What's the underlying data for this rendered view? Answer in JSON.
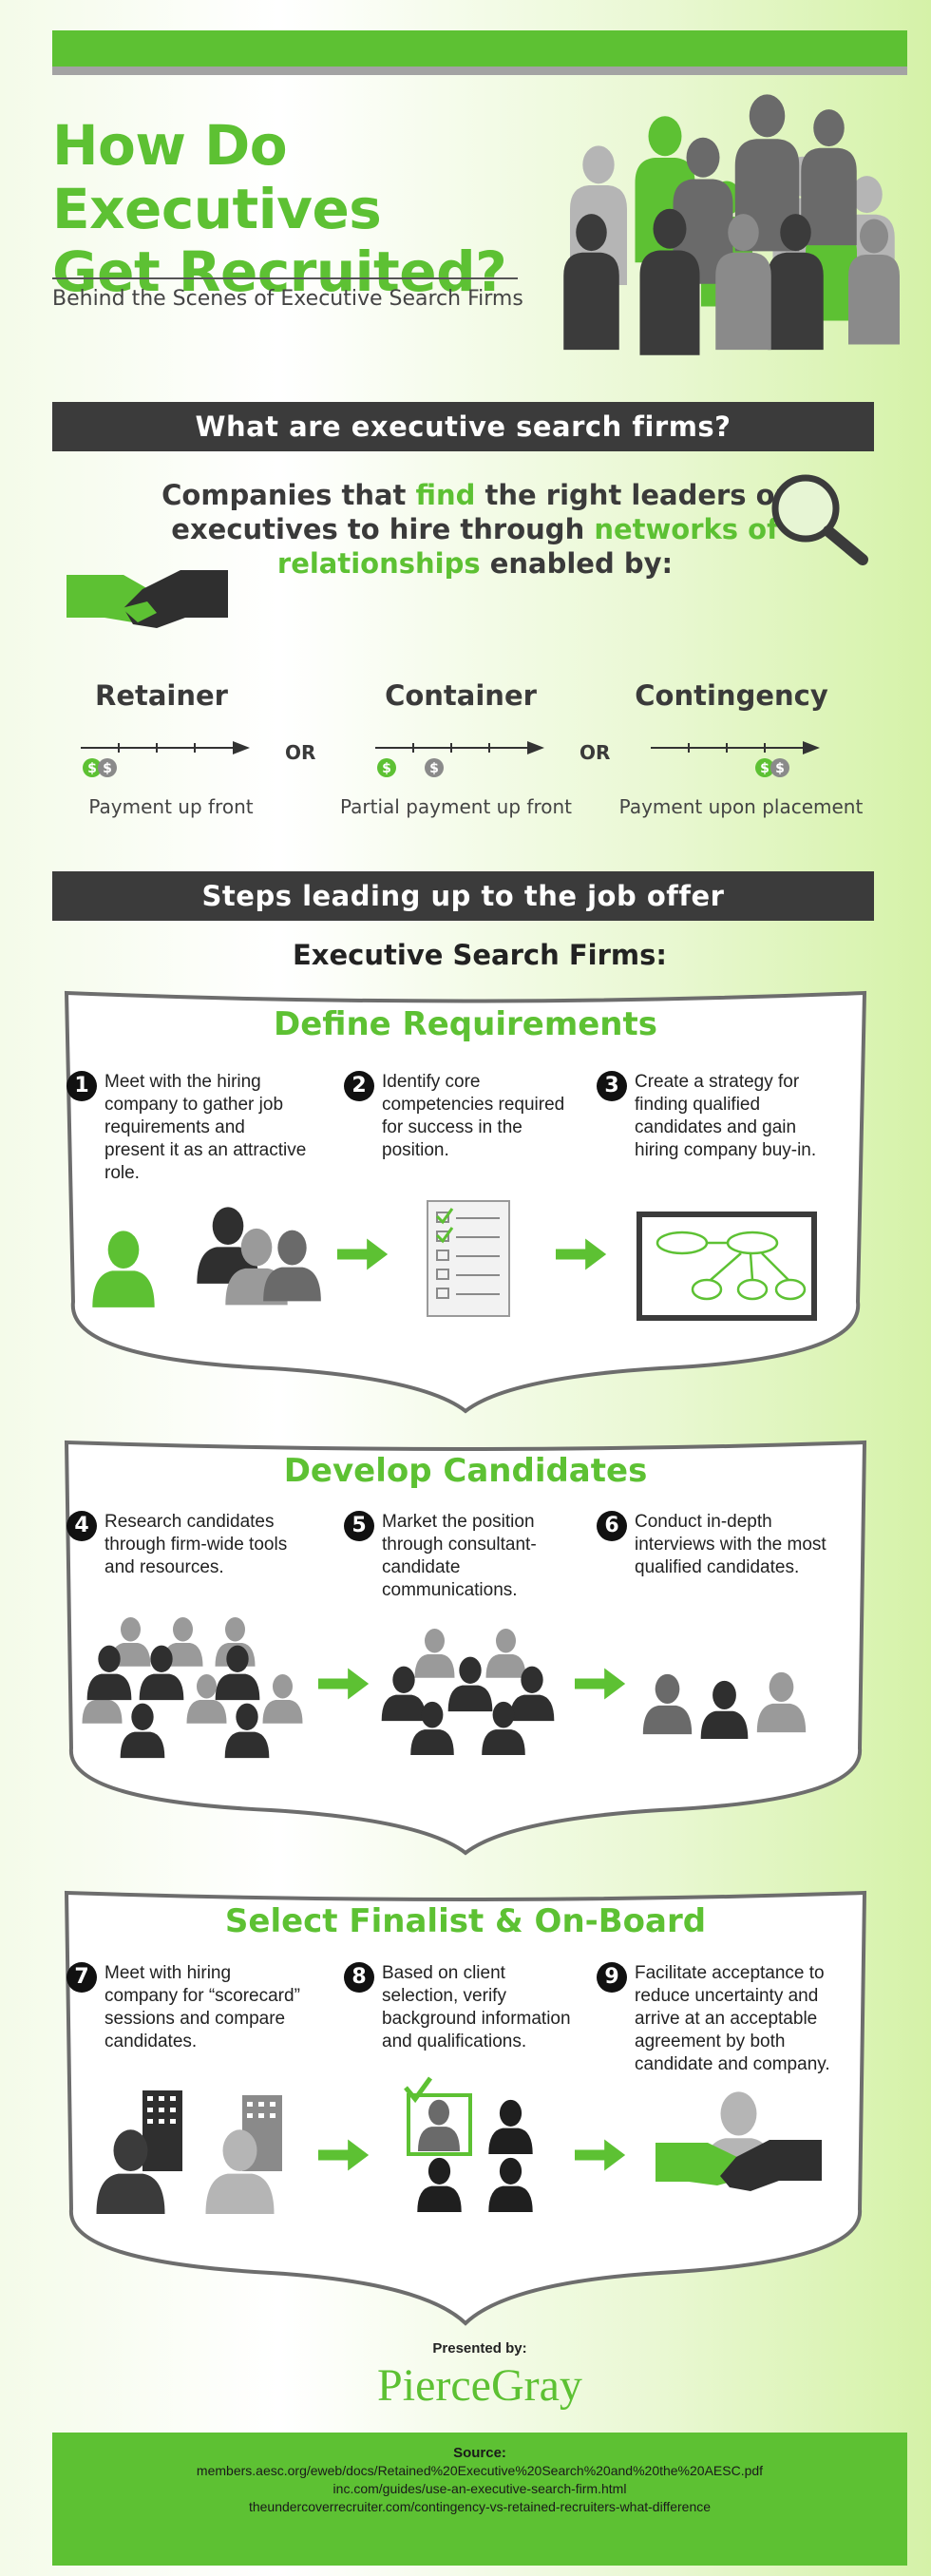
{
  "header": {
    "title_line1": "How Do Executives",
    "title_line2": "Get Recruited?",
    "subtitle": "Behind the Scenes of Executive Search Firms"
  },
  "section1": {
    "heading": "What are executive search firms?",
    "lead_part1": "Companies that ",
    "lead_green1": "find",
    "lead_part2": " the right leaders or executives to hire through ",
    "lead_green2": "networks of relationships",
    "lead_part3": " enabled by:"
  },
  "payment": {
    "options": [
      {
        "title": "Retainer",
        "caption": "Payment up front"
      },
      {
        "title": "Container",
        "caption": "Partial payment up front"
      },
      {
        "title": "Contingency",
        "caption": "Payment upon placement"
      }
    ],
    "or_label": "OR",
    "coin_symbol": "$"
  },
  "section2": {
    "heading": "Steps leading up to the job offer",
    "subheading": "Executive Search Firms:"
  },
  "panels": [
    {
      "title": "Define Requirements",
      "steps": [
        {
          "num": "1",
          "text": "Meet with the hiring company to gather job requirements and present it as an attractive role."
        },
        {
          "num": "2",
          "text": "Identify core competencies required for success in the position."
        },
        {
          "num": "3",
          "text": "Create a strategy for finding qualified candidates and gain hiring company buy-in."
        }
      ]
    },
    {
      "title": "Develop Candidates",
      "steps": [
        {
          "num": "4",
          "text": "Research candidates through firm-wide tools and resources."
        },
        {
          "num": "5",
          "text": "Market the position through consultant-candidate communications."
        },
        {
          "num": "6",
          "text": "Conduct in-depth interviews with the most qualified candidates."
        }
      ]
    },
    {
      "title": "Select Finalist & On-Board",
      "steps": [
        {
          "num": "7",
          "text": "Meet with hiring company for “scorecard” sessions and compare candidates."
        },
        {
          "num": "8",
          "text": "Based on client selection, verify background information and qualifications."
        },
        {
          "num": "9",
          "text": "Facilitate acceptance to reduce uncertainty and arrive at an acceptable agreement by both candidate and company."
        }
      ]
    }
  ],
  "footer": {
    "presented_by": "Presented by:",
    "logo_text": "PierceGray",
    "source_label": "Source:",
    "sources": [
      "members.aesc.org/eweb/docs/Retained%20Executive%20Search%20and%20the%20AESC.pdf",
      "inc.com/guides/use-an-executive-search-firm.html",
      "theundercoverrecruiter.com/contingency-vs-retained-recruiters-what-difference"
    ]
  },
  "colors": {
    "accent_green": "#5dc133",
    "dark_gray": "#3b3b3b",
    "mid_gray": "#8a8a8a",
    "light_gray": "#b5b5b5"
  },
  "icons": [
    "people-crowd-icon",
    "magnifier-icon",
    "handshake-icon",
    "dollar-coin-icon",
    "checklist-icon",
    "strategy-board-icon",
    "arrow-right-icon",
    "office-building-icon",
    "checkmark-icon"
  ]
}
